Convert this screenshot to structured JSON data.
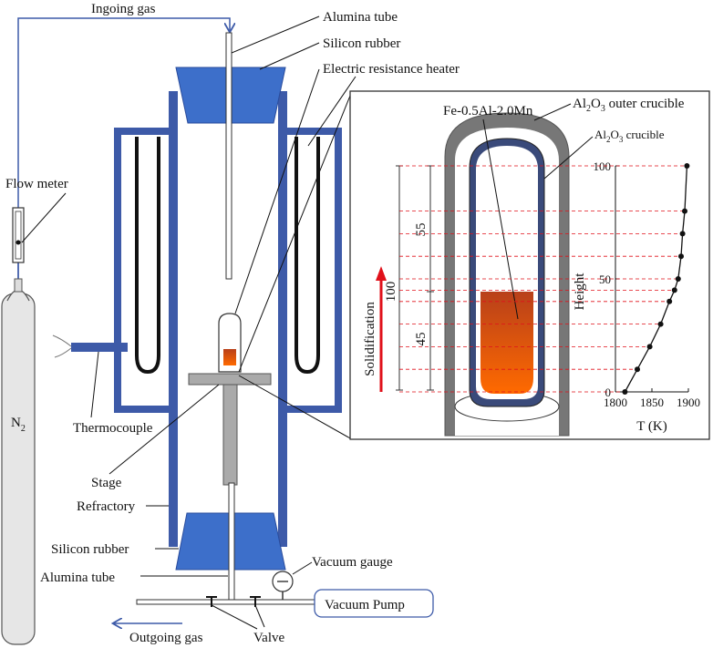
{
  "labels": {
    "ingoing_gas": "Ingoing gas",
    "alumina_tube_top": "Alumina tube",
    "silicon_rubber_top": "Silicon rubber",
    "heater": "Electric resistance heater",
    "flow_meter": "Flow meter",
    "n2": "N",
    "n2_sub": "2",
    "thermocouple": "Thermocouple",
    "stage": "Stage",
    "refractory": "Refractory",
    "silicon_rubber_bottom": "Silicon rubber",
    "alumina_tube_bottom": "Alumina tube",
    "vacuum_gauge": "Vacuum gauge",
    "vacuum_pump": "Vacuum Pump",
    "outgoing_gas": "Outgoing gas",
    "valve": "Valve"
  },
  "inset": {
    "sample": "Fe-0.5Al-2.0Mn",
    "outer_crucible_prefix": "Al",
    "outer_crucible_sub1": "2",
    "outer_crucible_mid": "O",
    "outer_crucible_sub2": "3",
    "outer_crucible_suffix": " outer crucible",
    "crucible_prefix": "Al",
    "crucible_sub1": "2",
    "crucible_mid": "O",
    "crucible_sub2": "3",
    "crucible_suffix": " crucible",
    "dim_total": "100",
    "dim_upper": "55",
    "dim_lower": "45",
    "solidification": "Solidification",
    "height_label": "Height",
    "colors": {
      "melt_top": "#c0441b",
      "melt_bottom": "#ff6a00",
      "arrow": "#e0101a",
      "tube": "#3d5aa8"
    }
  },
  "chart_data": {
    "type": "line",
    "xlabel": "T (K)",
    "ylabel": "Height",
    "xlim": [
      1800,
      1900
    ],
    "ylim": [
      0,
      100
    ],
    "x_ticks": [
      "1800",
      "1850",
      "1900"
    ],
    "y_ticks": [
      "0",
      "50",
      "100"
    ],
    "series": [
      {
        "x": [
          1813,
          1830,
          1847,
          1862,
          1874,
          1881,
          1886,
          1890,
          1892,
          1895,
          1898
        ],
        "y": [
          0,
          10,
          20,
          30,
          40,
          45,
          50,
          60,
          70,
          80,
          100
        ]
      }
    ]
  }
}
